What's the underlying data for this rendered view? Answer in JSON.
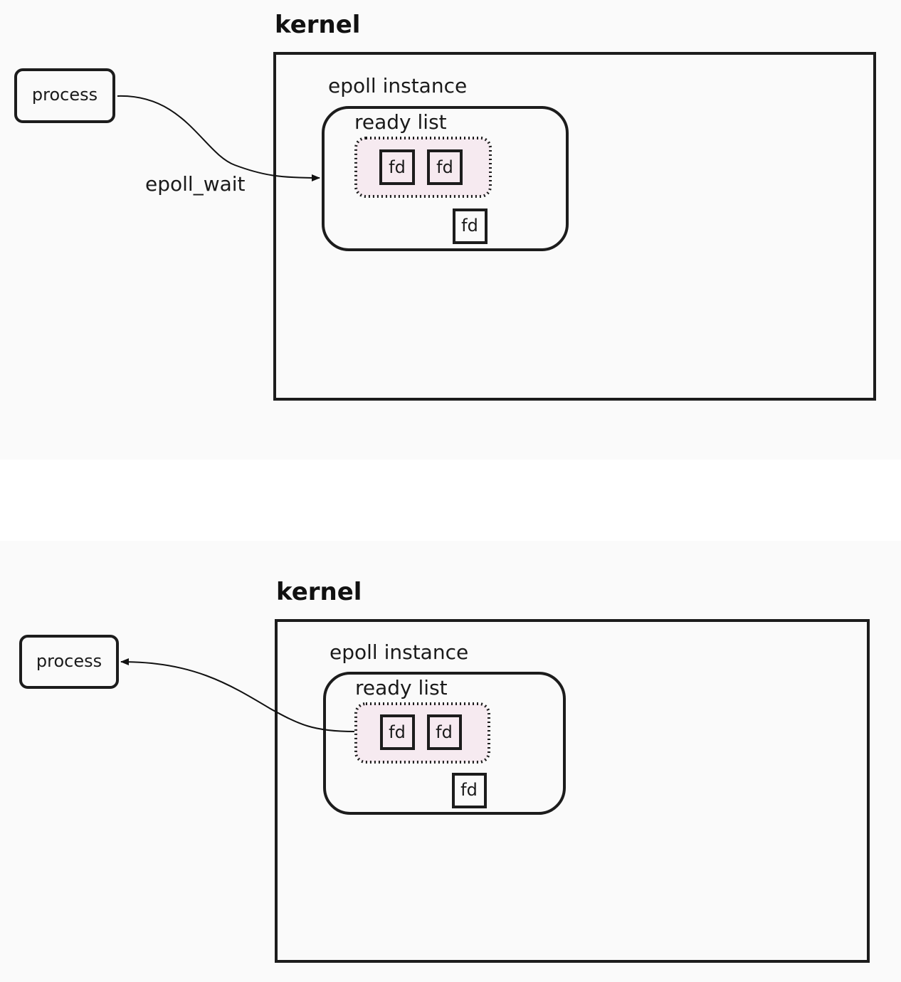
{
  "diagrams": [
    {
      "id": "top",
      "process_label": "process",
      "kernel_label": "kernel",
      "epoll_label": "epoll instance",
      "ready_list_label": "ready list",
      "ready_fds": [
        "fd",
        "fd"
      ],
      "other_fd": "fd",
      "arrow_label": "epoll_wait",
      "arrow_direction": "process-to-epoll-instance"
    },
    {
      "id": "bottom",
      "process_label": "process",
      "kernel_label": "kernel",
      "epoll_label": "epoll instance",
      "ready_list_label": "ready list",
      "ready_fds": [
        "fd",
        "fd"
      ],
      "other_fd": "fd",
      "arrow_direction": "ready-list-to-process"
    }
  ]
}
